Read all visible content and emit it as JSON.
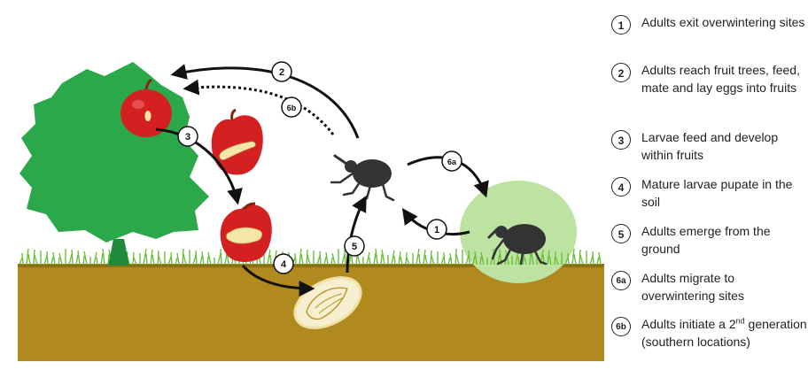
{
  "steps": [
    {
      "id": "1",
      "text": "Adults exit overwintering sites"
    },
    {
      "id": "2",
      "text": "Adults reach fruit trees, feed, mate and lay eggs into fruits"
    },
    {
      "id": "3",
      "text": "Larvae feed and develop within fruits"
    },
    {
      "id": "4",
      "text": "Mature larvae pupate in the soil"
    },
    {
      "id": "5",
      "text": "Adults emerge from the ground"
    },
    {
      "id": "6a",
      "text": "Adults migrate to overwintering sites"
    },
    {
      "id": "6b",
      "text_main": "Adults initiate a 2",
      "text_sup": "nd",
      "text_rest": " generation (southern locations)"
    }
  ],
  "colors": {
    "tree": "#2aa84a",
    "trunk": "#1f8a3a",
    "fruit": "#d42020",
    "larva": "#f3e6a6",
    "soil": "#b08a1e",
    "grass": "#6cbf3a",
    "overwinter_site": "#bde3a2",
    "beetle": "#333333",
    "arrow": "#111111"
  }
}
